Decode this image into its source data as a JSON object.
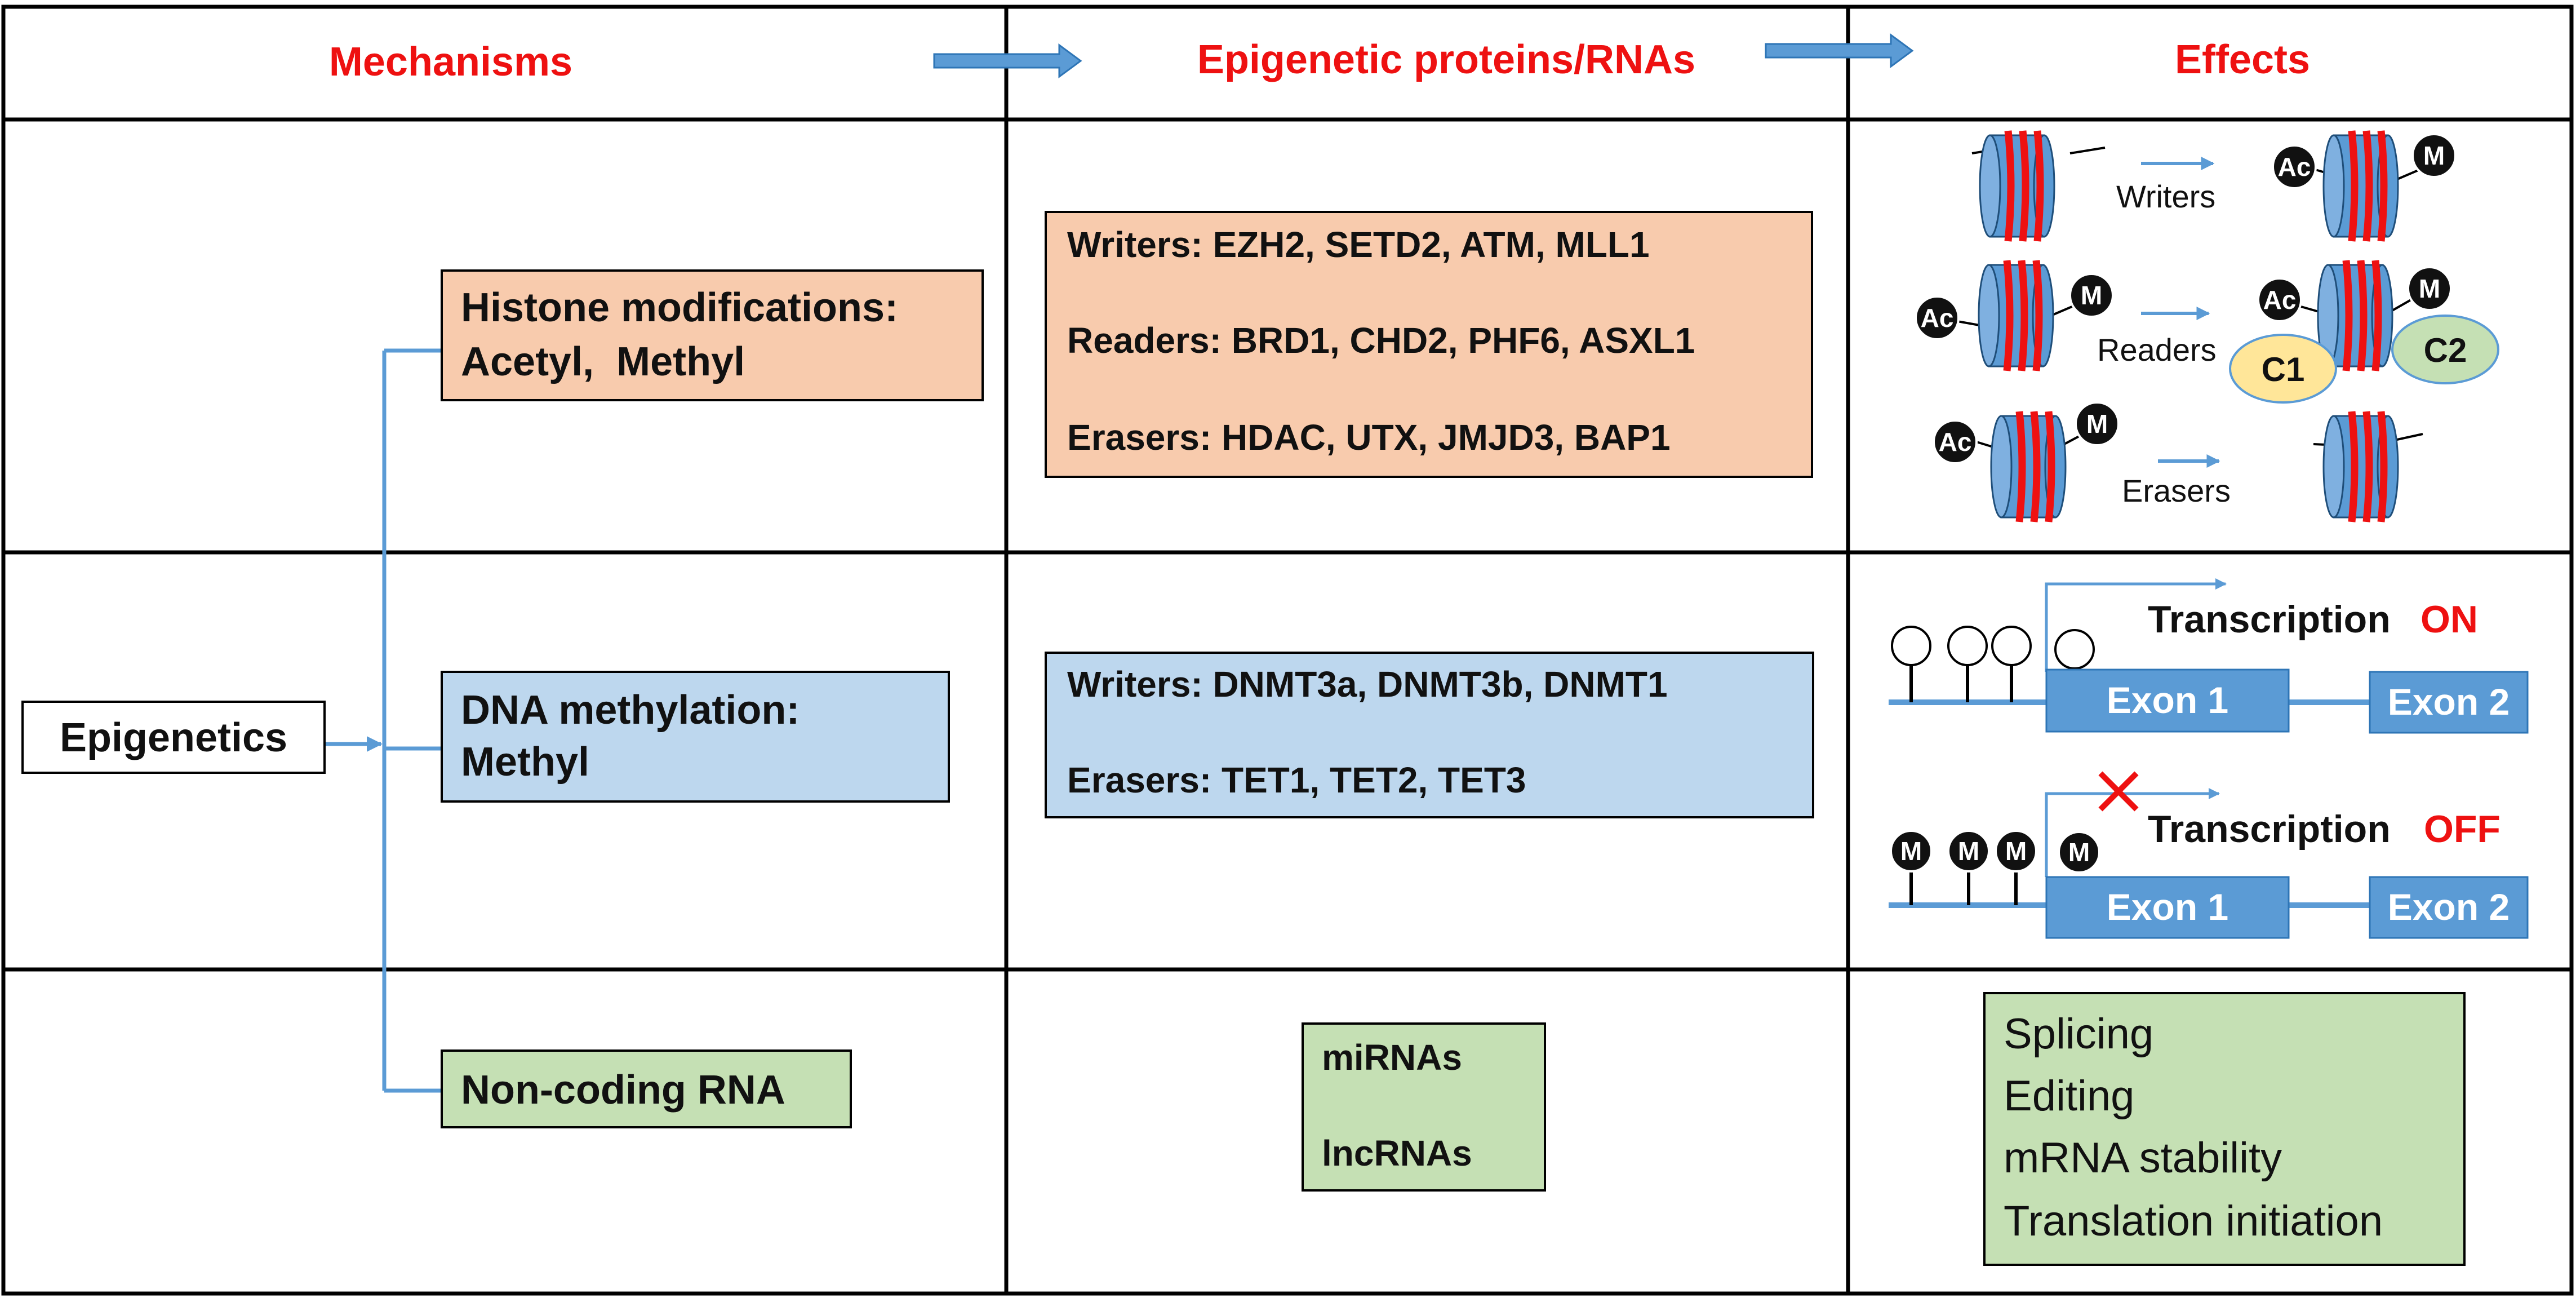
{
  "headers": {
    "mechanisms": "Mechanisms",
    "proteins": "Epigenetic proteins/RNAs",
    "effects": "Effects"
  },
  "root": {
    "label": "Epigenetics"
  },
  "mechanisms": {
    "histone": {
      "line1": "Histone modifications:",
      "line2": "Acetyl,  Methyl"
    },
    "dna": {
      "line1": "DNA methylation:",
      "line2": "Methyl"
    },
    "ncrna": {
      "line1": "Non-coding RNA"
    }
  },
  "proteins": {
    "histone": {
      "writers": "Writers: EZH2, SETD2, ATM, MLL1",
      "readers": "Readers: BRD1, CHD2, PHF6, ASXL1",
      "erasers": "Erasers: HDAC, UTX, JMJD3, BAP1"
    },
    "dna": {
      "writers": "Writers: DNMT3a, DNMT3b, DNMT1",
      "erasers": "Erasers: TET1, TET2, TET3"
    },
    "ncrna": {
      "mirnas": "miRNAs",
      "lncrnas": "lncRNAs"
    }
  },
  "effects": {
    "histone": {
      "writers": "Writers",
      "readers": "Readers",
      "erasers": "Erasers",
      "acetyl_mark": "Ac",
      "methyl_mark": "M",
      "complex1": "C1",
      "complex2": "C2"
    },
    "dna": {
      "transcription": "Transcription",
      "on": "ON",
      "off": "OFF",
      "exon1": "Exon 1",
      "exon2": "Exon 2",
      "methyl_mark": "M"
    },
    "ncrna": {
      "items": [
        "Splicing",
        "Editing",
        "mRNA stability",
        "Translation initiation"
      ]
    }
  },
  "colors": {
    "header_text": "#ee1111",
    "histone_box": "#f8cbad",
    "dna_box": "#bdd7ee",
    "ncrna_box": "#c5e0b4",
    "connector": "#5b9bd5",
    "nucleosome": "#5b9bd5",
    "dna_strand": "#ee1111",
    "complex1": "#ffe699",
    "complex2": "#c5e0b4"
  }
}
